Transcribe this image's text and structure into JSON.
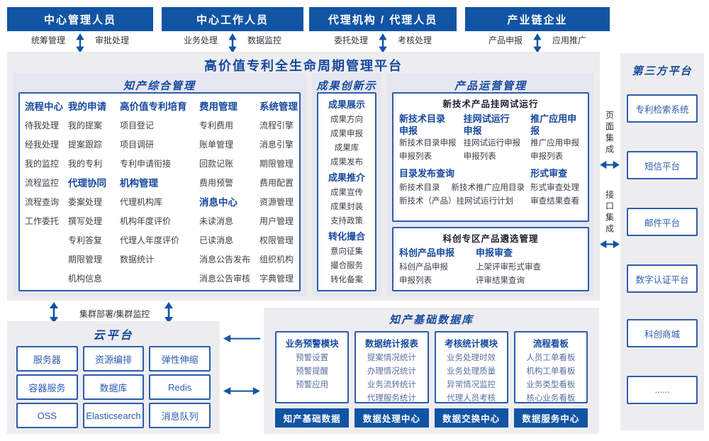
{
  "actors": [
    {
      "title": "中心管理人员",
      "left_label": "统筹管理",
      "right_label": "审批处理"
    },
    {
      "title": "中心工作人员",
      "left_label": "业务处理",
      "right_label": "数据监控"
    },
    {
      "title": "代理机构 / 代理人员",
      "left_label": "委托处理",
      "right_label": "考核处理"
    },
    {
      "title": "产业链企业",
      "left_label": "产品申报",
      "right_label": "应用推广"
    }
  ],
  "platform": {
    "title": "高价值专利全生命周期管理平台",
    "ip_management": {
      "title": "知产综合管理",
      "columns": [
        {
          "groups": [
            {
              "header": "流程中心",
              "items": [
                "待我处理",
                "经我处理",
                "我的监控",
                "流程监控",
                "流程查询",
                "工作委托"
              ]
            }
          ]
        },
        {
          "groups": [
            {
              "header": "我的申请",
              "items": [
                "我的提案",
                "提案跟踪",
                "我的专利"
              ]
            },
            {
              "header": "代理协同",
              "items": [
                "委案处理",
                "撰写处理",
                "专利答复",
                "期限管理",
                "机构信息"
              ]
            }
          ]
        },
        {
          "groups": [
            {
              "header": "高价值专利培育",
              "items": [
                "项目登记",
                "项目调研",
                "专利申请衔接"
              ]
            },
            {
              "header": "机构管理",
              "items": [
                "代理机构库",
                "机构年度评价",
                "代理人年度评价",
                "数据统计"
              ]
            }
          ]
        },
        {
          "groups": [
            {
              "header": "费用管理",
              "items": [
                "专利费用",
                "账单管理",
                "回款记账",
                "费用预警"
              ]
            },
            {
              "header": "消息中心",
              "items": [
                "未读消息",
                "已读消息",
                "消息公告发布",
                "消息公告审核"
              ]
            }
          ]
        },
        {
          "groups": [
            {
              "header": "系统管理",
              "items": [
                "流程引擎",
                "消息引擎",
                "期限管理",
                "费用配置",
                "资源管理",
                "用户管理",
                "权限管理",
                "组织机构",
                "字典管理"
              ]
            }
          ]
        }
      ]
    },
    "achievement": {
      "title": "成果创新示范",
      "groups": [
        {
          "header": "成果展示",
          "items": [
            "成果方向",
            "成果申报",
            "成果库",
            "成果发布"
          ]
        },
        {
          "header": "成果推介",
          "items": [
            "成果宣传",
            "成果封装",
            "支持政策"
          ]
        },
        {
          "header": "转化撮合",
          "items": [
            "意向征集",
            "撮合服务",
            "转化备案"
          ]
        }
      ]
    },
    "product_ops": {
      "title": "产品运营管理",
      "trial_box": {
        "title": "新技术产品挂网试运行",
        "columns": [
          {
            "header": "新技术目录\n申报",
            "items": [
              "新技术目录申报",
              "申报列表"
            ]
          },
          {
            "header": "挂网试运行\n申报",
            "items": [
              "挂网试运行申报",
              "申报列表"
            ]
          },
          {
            "header": "推广应用申报",
            "items": [
              "推广应用申报",
              "申报列表"
            ]
          }
        ],
        "catalog": {
          "header": "目录发布查询",
          "row1_items": [
            "新技术目录",
            "新技术推广应用目录"
          ],
          "row2": "新技术（产品）挂网试运行计划"
        },
        "review": {
          "header": "形式审查",
          "items": [
            "形式审查处理",
            "审查结果查看"
          ]
        }
      },
      "selection_box": {
        "title": "科创专区产品遴选管理",
        "columns": [
          {
            "header": "科创产品申报",
            "items": [
              "科创产品申报",
              "申报列表"
            ]
          },
          {
            "header": "申报审查",
            "items": [
              "上架评审形式审查",
              "评审结果查询"
            ]
          }
        ]
      }
    }
  },
  "integration": {
    "page_label": "页面集成",
    "api_label": "接口集成"
  },
  "cluster_label": "集群部署/集群监控",
  "cloud": {
    "title": "云平台",
    "items": [
      "服务器",
      "资源编排",
      "弹性伸缩",
      "容器服务",
      "数据库",
      "Redis",
      "OSS",
      "Elasticsearch",
      "消息队列"
    ]
  },
  "database": {
    "title": "知产基础数据库",
    "columns": [
      {
        "header": "业务预警模块",
        "items": [
          "预警设置",
          "预警提醒",
          "预警应用"
        ],
        "footer": "知产基础数据"
      },
      {
        "header": "数据统计报表",
        "items": [
          "提案情况统计",
          "办理情况统计",
          "业务流转统计",
          "代理服务统计"
        ],
        "footer": "数据处理中心"
      },
      {
        "header": "考核统计模块",
        "items": [
          "业务处理时效",
          "业务处理质量",
          "异常情况监控",
          "代理人员考核"
        ],
        "footer": "数据交换中心"
      },
      {
        "header": "流程看板",
        "items": [
          "人员工单看板",
          "机构工单看板",
          "业务类型看板",
          "核心业务看板"
        ],
        "footer": "数据服务中心"
      }
    ]
  },
  "third_party": {
    "title": "第三方平台",
    "items": [
      "专利检索系统",
      "短信平台",
      "邮件平台",
      "数字认证平台",
      "科创商城",
      "......"
    ]
  },
  "colors": {
    "primary": "#1254a4",
    "title_blue": "#17499e",
    "border_blue": "#2e5cab",
    "panel_gray": "#ededf0",
    "section_lavender": "#e6e7f1",
    "item_dark": "#3d3f49",
    "item_blue": "#5a6fa0"
  }
}
